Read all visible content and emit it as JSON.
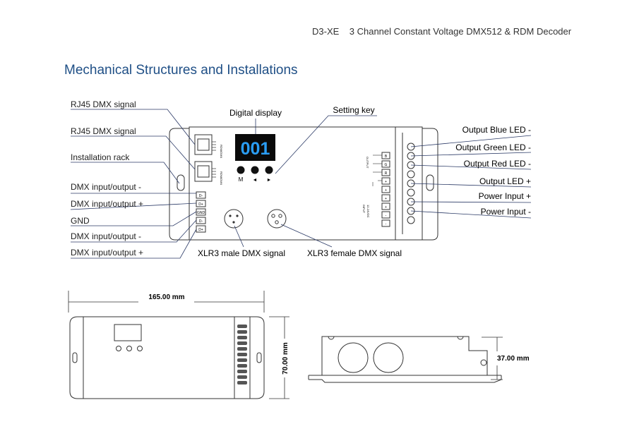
{
  "header": {
    "model": "D3-XE",
    "description": "3 Channel Constant Voltage DMX512 & RDM Decoder"
  },
  "section_title": "Mechanical Structures and Installations",
  "display": {
    "digits": "001",
    "buttons": [
      "M",
      "◄",
      "►"
    ]
  },
  "left_labels": [
    "RJ45 DMX signal",
    "RJ45 DMX signal",
    "Installation rack",
    "DMX input/output -",
    "DMX input/output +",
    "GND",
    "DMX input/output -",
    "DMX input/output +"
  ],
  "top_labels": {
    "digital_display": "Digital display",
    "setting_key": "Setting key"
  },
  "right_labels": [
    "Output Blue LED -",
    "Output Green LED -",
    "Output Red LED -",
    "Output LED +",
    "Power Input +",
    "Power Input -"
  ],
  "bottom_labels": {
    "xlr_male": "XLR3 male DMX signal",
    "xlr_female": "XLR3 female DMX signal"
  },
  "rj45_text": [
    "RDM/DMX",
    "RDM/DMX"
  ],
  "dmx_terminals": [
    "D-",
    "D+",
    "GND",
    "D-",
    "D+"
  ],
  "output_terminals": [
    "B",
    "G",
    "R",
    "+",
    "+",
    "+",
    "+",
    "-",
    "-"
  ],
  "board_labels": {
    "output": "OUTPUT",
    "input": "INPUT",
    "voltage": "12-24VDC"
  },
  "dimensions": {
    "width": "165.00 mm",
    "height": "70.00 mm",
    "depth": "37.00 mm"
  }
}
